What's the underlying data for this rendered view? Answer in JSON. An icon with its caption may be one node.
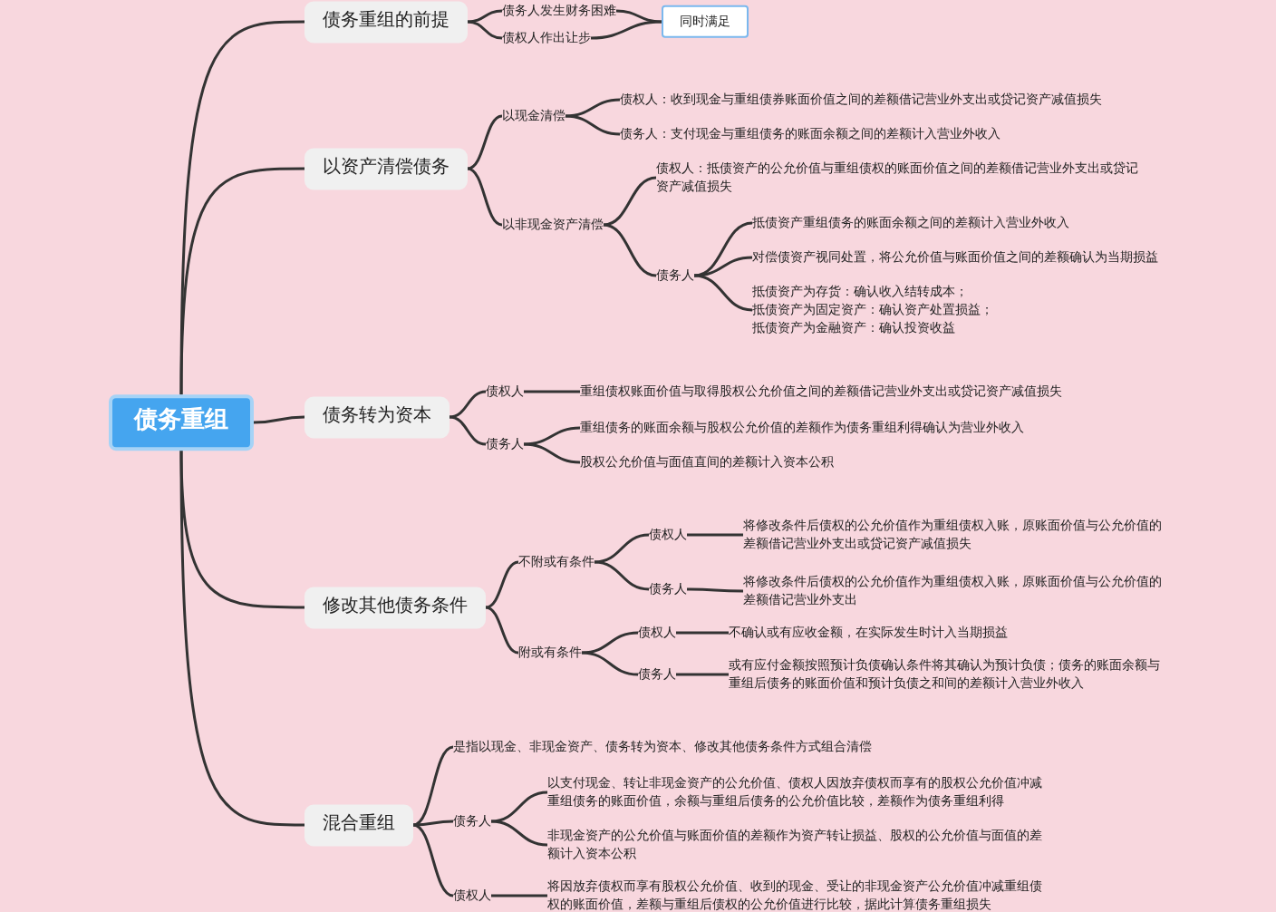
{
  "diagram": {
    "nodes": [
      {
        "text": [
          "债务重组"
        ]
      },
      {
        "text": [
          "债务重组的前提"
        ]
      },
      {
        "text": [
          "债务人发生财务困难"
        ]
      },
      {
        "text": [
          "债权人作出让步"
        ]
      },
      {
        "text": [
          "同时满足"
        ]
      },
      {
        "text": [
          "以资产清偿债务"
        ]
      },
      {
        "text": [
          "以现金清偿"
        ]
      },
      {
        "text": [
          "债权人：收到现金与重组债券账面价值之间的差额借记营业外支出或贷记资产减值损失"
        ]
      },
      {
        "text": [
          "债务人：支付现金与重组债务的账面余额之间的差额计入营业外收入"
        ]
      },
      {
        "text": [
          "以非现金资产清偿"
        ]
      },
      {
        "text": [
          "债权人：抵债资产的公允价值与重组债权的账面价值之间的差额借记营业外支出或贷记资产减值损失"
        ]
      },
      {
        "text": [
          "债务人"
        ]
      },
      {
        "text": [
          "抵债资产重组债务的账面余额之间的差额计入营业外收入"
        ]
      },
      {
        "text": [
          "对偿债资产视同处置，将公允价值与账面价值之间的差额确认为当期损益"
        ]
      },
      {
        "text": [
          "抵债资产为存货：确认收入结转成本；",
          "抵债资产为固定资产：确认资产处置损益；",
          "抵债资产为金融资产：确认投资收益"
        ]
      },
      {
        "text": [
          "债务转为资本"
        ]
      },
      {
        "text": [
          "债权人"
        ]
      },
      {
        "text": [
          "重组债权账面价值与取得股权公允价值之间的差额借记营业外支出或贷记资产减值损失"
        ]
      },
      {
        "text": [
          "债务人"
        ]
      },
      {
        "text": [
          "重组债务的账面余额与股权公允价值的差额作为债务重组利得确认为营业外收入"
        ]
      },
      {
        "text": [
          "股权公允价值与面值直间的差额计入资本公积"
        ]
      },
      {
        "text": [
          "修改其他债务条件"
        ]
      },
      {
        "text": [
          "不附或有条件"
        ]
      },
      {
        "text": [
          "债权人"
        ]
      },
      {
        "text": [
          "将修改条件后债权的公允价值作为重组债权入账，原账面价值与公允价值的差额借记营业外支出或贷记资产减值损失"
        ]
      },
      {
        "text": [
          "债务人"
        ]
      },
      {
        "text": [
          "将修改条件后债权的公允价值作为重组债权入账，原账面价值与公允价值的差额借记营业外支出"
        ]
      },
      {
        "text": [
          "附或有条件"
        ]
      },
      {
        "text": [
          "债权人"
        ]
      },
      {
        "text": [
          "不确认或有应收金额，在实际发生时计入当期损益"
        ]
      },
      {
        "text": [
          "债务人"
        ]
      },
      {
        "text": [
          "或有应付金额按照预计负债确认条件将其确认为预计负债；债务的账面余额与重组后债务的账面价值和预计负债之和间的差额计入营业外收入"
        ]
      },
      {
        "text": [
          "混合重组"
        ]
      },
      {
        "text": [
          "是指以现金、非现金资产、债务转为资本、修改其他债务条件方式组合清偿"
        ]
      },
      {
        "text": [
          "债务人"
        ]
      },
      {
        "text": [
          "以支付现金、转让非现金资产的公允价值、债权人因放弃债权而享有的股权公允价值冲减重组债务的账面价值，余额与重组后债务的公允价值比较，差额作为债务重组利得"
        ]
      },
      {
        "text": [
          "非现金资产的公允价值与账面价值的差额作为资产转让损益、股权的公允价值与面值的差额计入资本公积"
        ]
      },
      {
        "text": [
          "债权人"
        ]
      },
      {
        "text": [
          "将因放弃债权而享有股权公允价值、收到的现金、受让的非现金资产公允价值冲减重组债权的账面价值，差额与重组后债权的公允价值进行比较，据此计算债务重组损失"
        ]
      }
    ],
    "edges": [
      {
        "from": 0,
        "to": 1,
        "arrow": "none"
      },
      {
        "from": 1,
        "to": 2,
        "arrow": "none"
      },
      {
        "from": 1,
        "to": 3,
        "arrow": "none"
      },
      {
        "from": 2,
        "to": 4,
        "arrow": "none"
      },
      {
        "from": 3,
        "to": 4,
        "arrow": "none"
      },
      {
        "from": 0,
        "to": 5,
        "arrow": "none"
      },
      {
        "from": 5,
        "to": 6,
        "arrow": "none"
      },
      {
        "from": 6,
        "to": 7,
        "arrow": "none"
      },
      {
        "from": 6,
        "to": 8,
        "arrow": "none"
      },
      {
        "from": 5,
        "to": 9,
        "arrow": "none"
      },
      {
        "from": 9,
        "to": 10,
        "arrow": "none"
      },
      {
        "from": 9,
        "to": 11,
        "arrow": "none"
      },
      {
        "from": 11,
        "to": 12,
        "arrow": "none"
      },
      {
        "from": 11,
        "to": 13,
        "arrow": "none"
      },
      {
        "from": 11,
        "to": 14,
        "arrow": "none"
      },
      {
        "from": 0,
        "to": 15,
        "arrow": "none"
      },
      {
        "from": 15,
        "to": 16,
        "arrow": "none"
      },
      {
        "from": 16,
        "to": 17,
        "arrow": "none"
      },
      {
        "from": 15,
        "to": 18,
        "arrow": "none"
      },
      {
        "from": 18,
        "to": 19,
        "arrow": "none"
      },
      {
        "from": 18,
        "to": 20,
        "arrow": "none"
      },
      {
        "from": 0,
        "to": 21,
        "arrow": "none"
      },
      {
        "from": 21,
        "to": 22,
        "arrow": "none"
      },
      {
        "from": 22,
        "to": 23,
        "arrow": "none"
      },
      {
        "from": 23,
        "to": 24,
        "arrow": "none"
      },
      {
        "from": 22,
        "to": 25,
        "arrow": "none"
      },
      {
        "from": 25,
        "to": 26,
        "arrow": "none"
      },
      {
        "from": 21,
        "to": 27,
        "arrow": "none"
      },
      {
        "from": 27,
        "to": 28,
        "arrow": "none"
      },
      {
        "from": 28,
        "to": 29,
        "arrow": "none"
      },
      {
        "from": 27,
        "to": 30,
        "arrow": "none"
      },
      {
        "from": 30,
        "to": 31,
        "arrow": "none"
      },
      {
        "from": 0,
        "to": 32,
        "arrow": "none"
      },
      {
        "from": 32,
        "to": 33,
        "arrow": "none"
      },
      {
        "from": 32,
        "to": 34,
        "arrow": "none"
      },
      {
        "from": 34,
        "to": 35,
        "arrow": "none"
      },
      {
        "from": 34,
        "to": 36,
        "arrow": "none"
      },
      {
        "from": 32,
        "to": 37,
        "arrow": "none"
      },
      {
        "from": 37,
        "to": 38,
        "arrow": "none"
      }
    ]
  }
}
